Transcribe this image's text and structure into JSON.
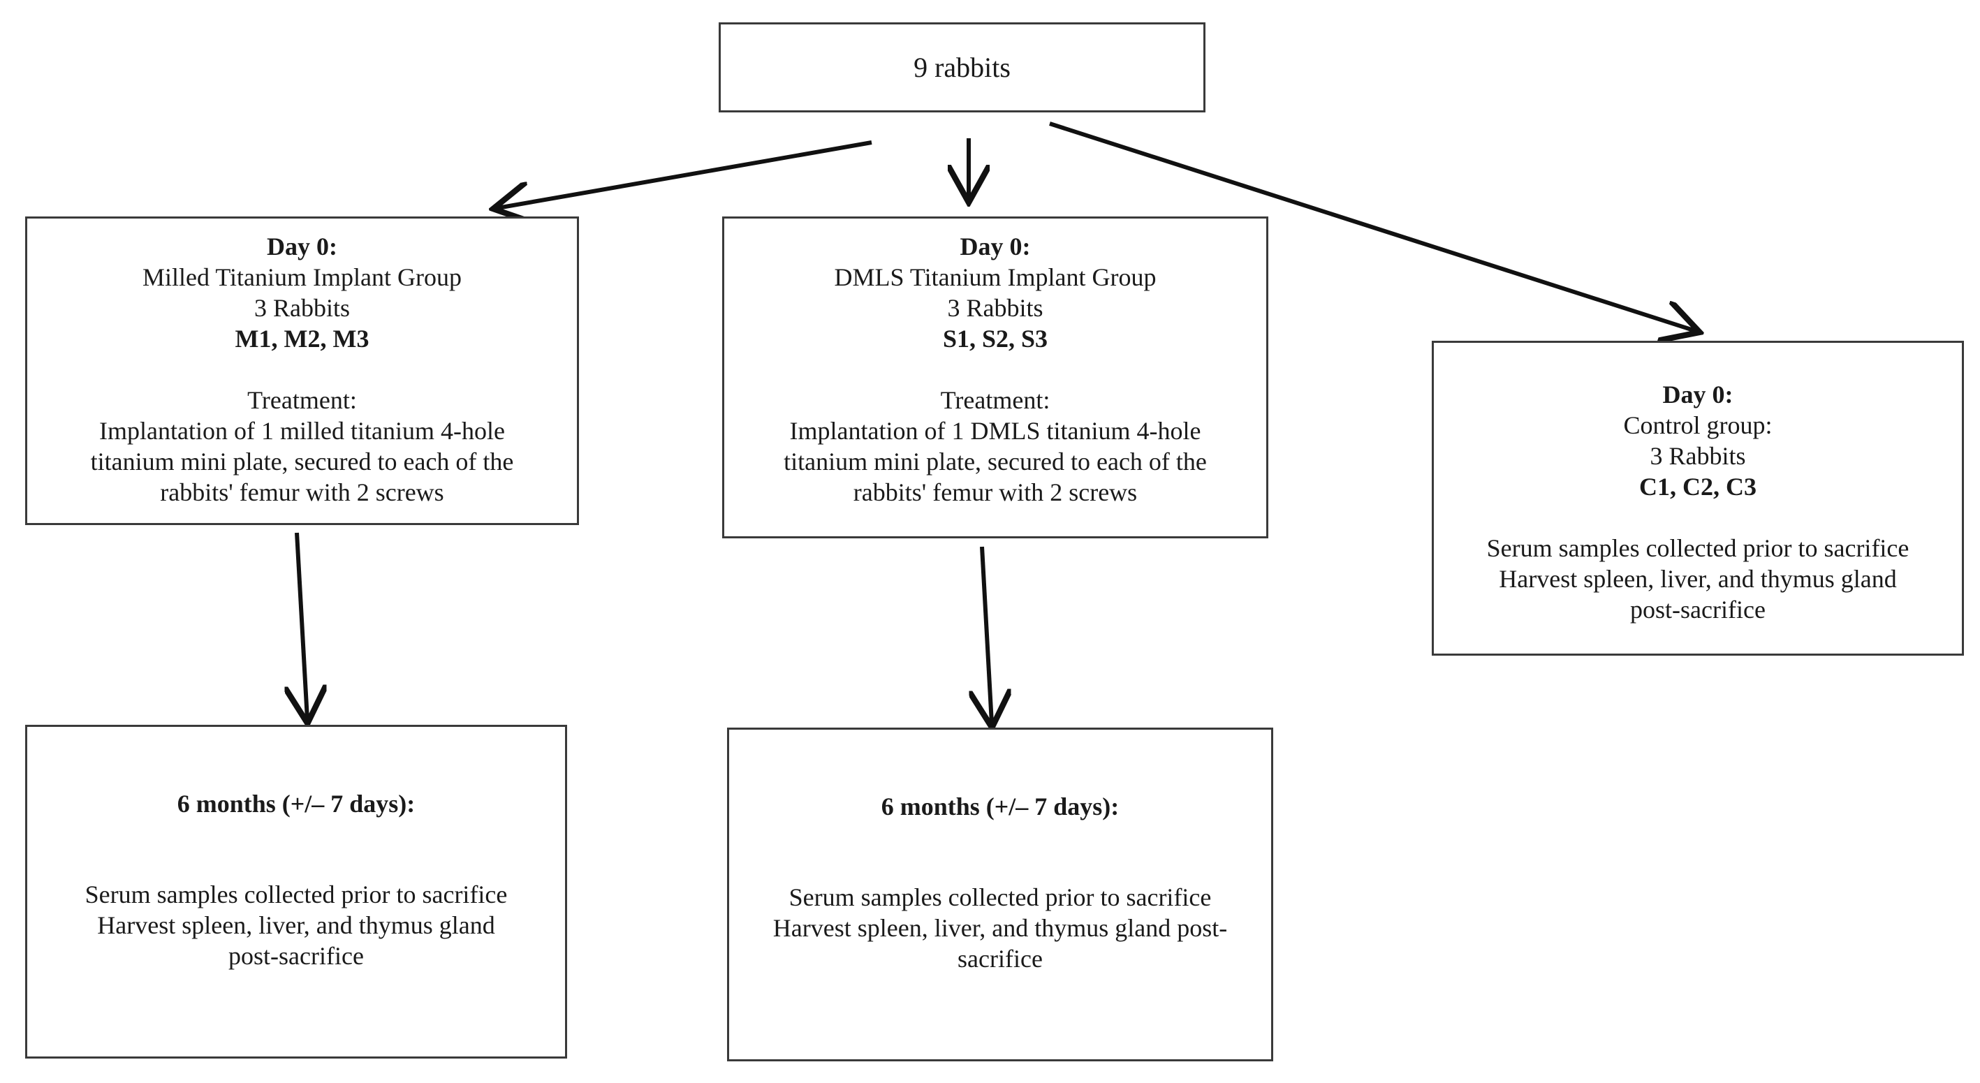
{
  "root": {
    "label": "9 rabbits"
  },
  "milled": {
    "heading": "Day 0:",
    "group": "Milled Titanium Implant Group",
    "count": "3 Rabbits",
    "ids": "M1, M2, M3",
    "treatment_heading": "Treatment:",
    "treatment_lines": [
      "Implantation of 1 milled titanium 4-hole",
      "titanium mini plate, secured to each of the",
      "rabbits' femur with 2 screws"
    ]
  },
  "dmls": {
    "heading": "Day 0:",
    "group": "DMLS Titanium Implant Group",
    "count": "3 Rabbits",
    "ids": "S1, S2, S3",
    "treatment_heading": "Treatment:",
    "treatment_lines": [
      "Implantation of 1 DMLS titanium 4-hole",
      "titanium mini plate, secured to each of the",
      "rabbits' femur with 2 screws"
    ]
  },
  "control": {
    "heading": "Day 0:",
    "group": "Control group:",
    "count": "3 Rabbits",
    "ids": "C1, C2, C3",
    "lines": [
      "Serum samples collected prior to sacrifice",
      "Harvest spleen, liver, and thymus gland",
      "post-sacrifice"
    ]
  },
  "milled_6m": {
    "heading": "6 months (+/– 7 days):",
    "lines": [
      "Serum samples collected prior to sacrifice",
      "Harvest spleen, liver, and thymus gland",
      "post-sacrifice"
    ]
  },
  "dmls_6m": {
    "heading": "6 months (+/– 7 days):",
    "lines": [
      "Serum samples collected prior to sacrifice",
      "Harvest spleen, liver, and thymus gland post-",
      "sacrifice"
    ]
  }
}
